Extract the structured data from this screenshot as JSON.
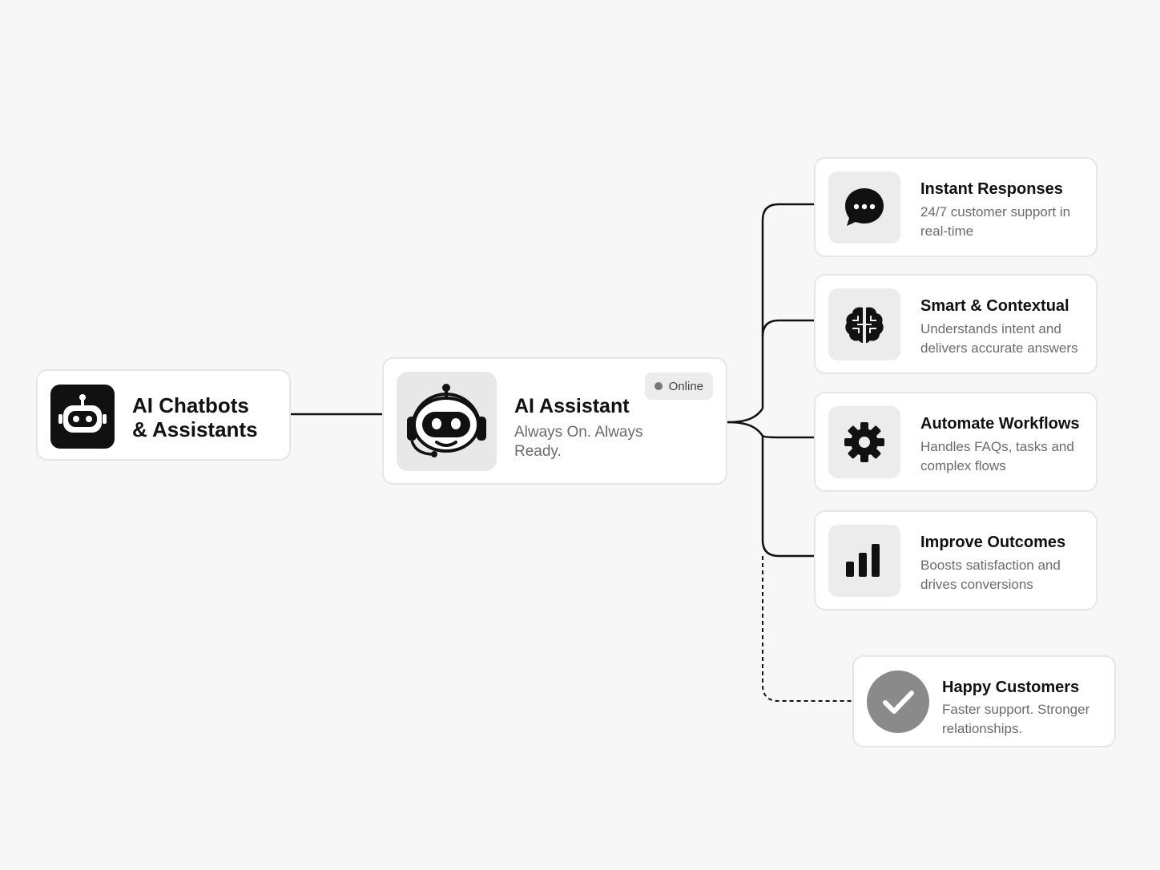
{
  "root": {
    "label_line1": "AI Chatbots",
    "label_line2": "& Assistants",
    "icon": "robot-icon"
  },
  "assistant": {
    "title": "AI Assistant",
    "subtitle": "Always On. Always Ready.",
    "status": "Online",
    "icon": "robot-headset-icon"
  },
  "features": [
    {
      "title": "Instant Responses",
      "subtitle": "24/7 customer support in real-time",
      "icon": "chat-bubble-icon"
    },
    {
      "title": "Smart & Contextual",
      "subtitle": "Understands intent and delivers accurate answers",
      "icon": "brain-icon"
    },
    {
      "title": "Automate Workflows",
      "subtitle": "Handles FAQs, tasks and complex flows",
      "icon": "gear-icon"
    },
    {
      "title": "Improve Outcomes",
      "subtitle": "Boosts satisfaction and drives conversions",
      "icon": "bar-chart-icon"
    }
  ],
  "outcome": {
    "title": "Happy Customers",
    "subtitle": "Faster support. Stronger relationships.",
    "icon": "checkmark-icon"
  },
  "colors": {
    "background": "#f7f7f7",
    "card": "#ffffff",
    "ink": "#111111",
    "muted": "#6b6b6b",
    "icon_tile": "#ececec",
    "check_circle": "#8a8a8a"
  }
}
